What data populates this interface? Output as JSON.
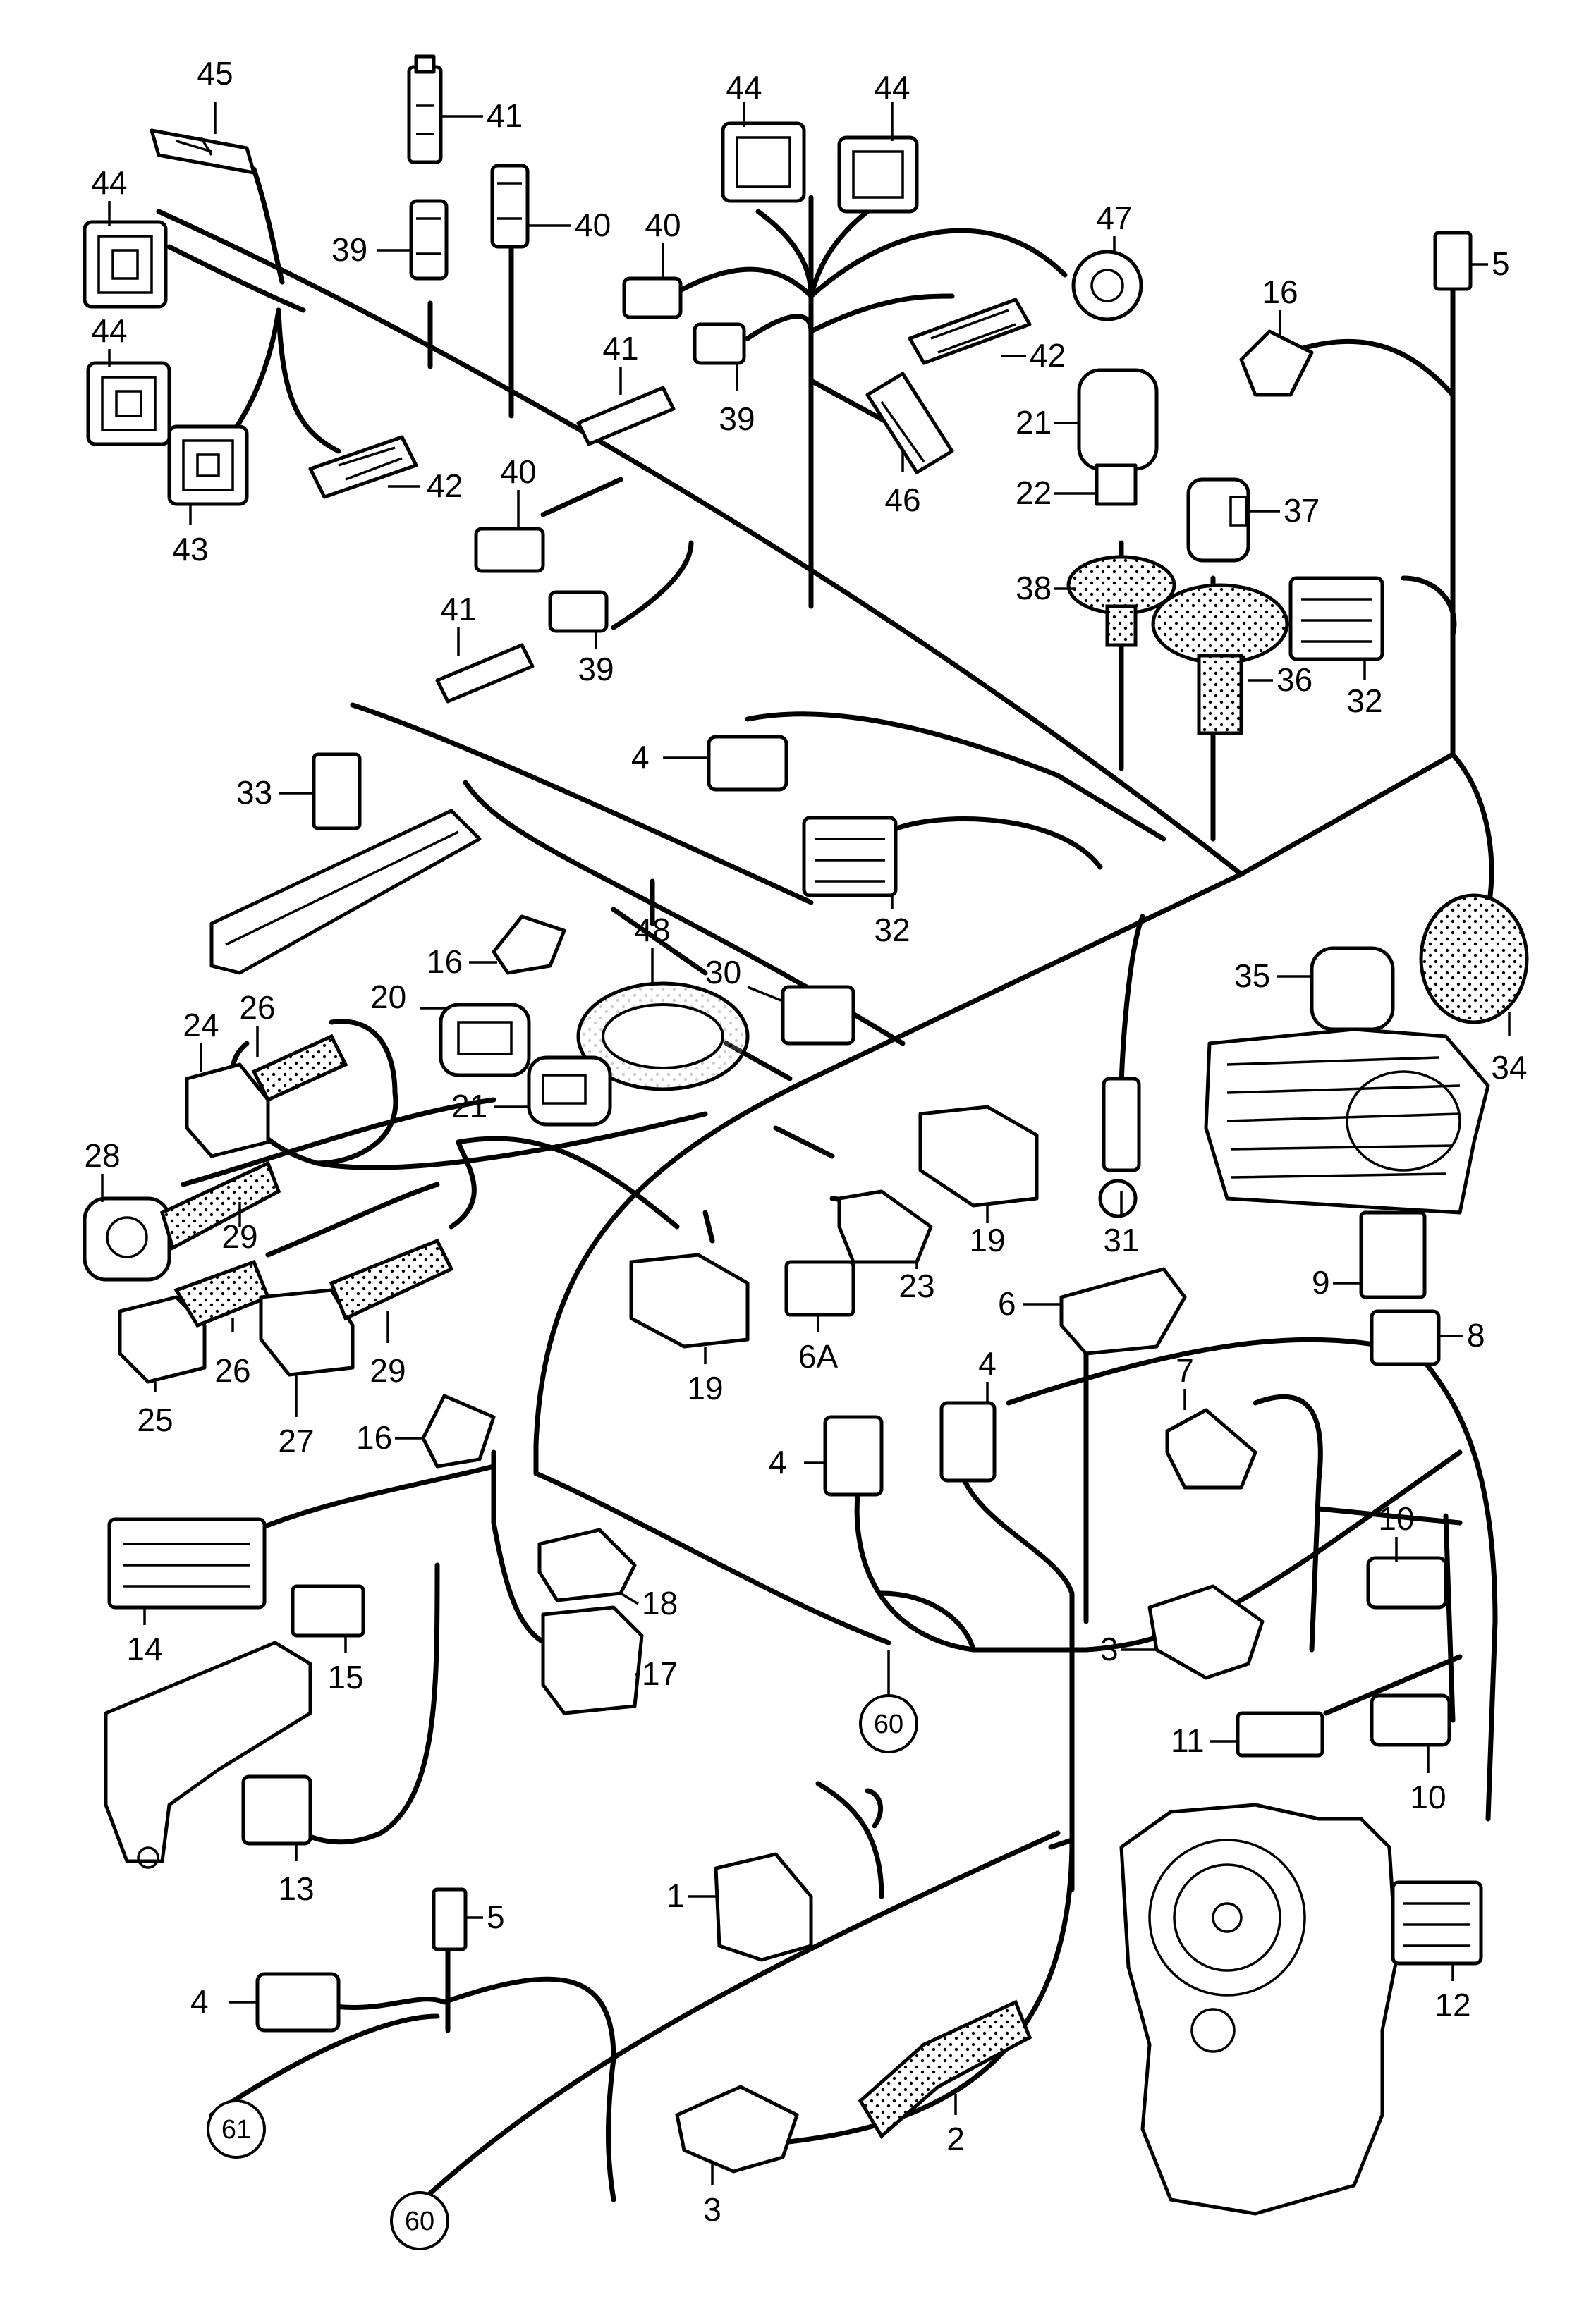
{
  "diagram": {
    "callouts": [
      {
        "label": "45"
      },
      {
        "label": "44"
      },
      {
        "label": "44"
      },
      {
        "label": "43"
      },
      {
        "label": "41"
      },
      {
        "label": "39"
      },
      {
        "label": "40"
      },
      {
        "label": "42"
      },
      {
        "label": "44"
      },
      {
        "label": "44"
      },
      {
        "label": "40"
      },
      {
        "label": "41"
      },
      {
        "label": "39"
      },
      {
        "label": "40"
      },
      {
        "label": "41"
      },
      {
        "label": "39"
      },
      {
        "label": "47"
      },
      {
        "label": "42"
      },
      {
        "label": "46"
      },
      {
        "label": "21"
      },
      {
        "label": "22"
      },
      {
        "label": "38"
      },
      {
        "label": "37"
      },
      {
        "label": "36"
      },
      {
        "label": "16"
      },
      {
        "label": "5"
      },
      {
        "label": "32"
      },
      {
        "label": "4"
      },
      {
        "label": "33"
      },
      {
        "label": "32"
      },
      {
        "label": "16"
      },
      {
        "label": "48"
      },
      {
        "label": "20"
      },
      {
        "label": "21"
      },
      {
        "label": "30"
      },
      {
        "label": "24"
      },
      {
        "label": "26"
      },
      {
        "label": "28"
      },
      {
        "label": "29"
      },
      {
        "label": "35"
      },
      {
        "label": "34"
      },
      {
        "label": "31"
      },
      {
        "label": "19"
      },
      {
        "label": "23"
      },
      {
        "label": "26"
      },
      {
        "label": "25"
      },
      {
        "label": "27"
      },
      {
        "label": "29"
      },
      {
        "label": "19"
      },
      {
        "label": "6A"
      },
      {
        "label": "6"
      },
      {
        "label": "9"
      },
      {
        "label": "8"
      },
      {
        "label": "7"
      },
      {
        "label": "16"
      },
      {
        "label": "4"
      },
      {
        "label": "4"
      },
      {
        "label": "14"
      },
      {
        "label": "15"
      },
      {
        "label": "18"
      },
      {
        "label": "17"
      },
      {
        "label": "10"
      },
      {
        "label": "3"
      },
      {
        "label": "11"
      },
      {
        "label": "10"
      },
      {
        "label": "13"
      },
      {
        "label": "1"
      },
      {
        "label": "12"
      },
      {
        "label": "5"
      },
      {
        "label": "4"
      },
      {
        "label": "2"
      },
      {
        "label": "3"
      }
    ],
    "refs": [
      {
        "label": "60"
      },
      {
        "label": "61"
      },
      {
        "label": "60"
      }
    ]
  }
}
